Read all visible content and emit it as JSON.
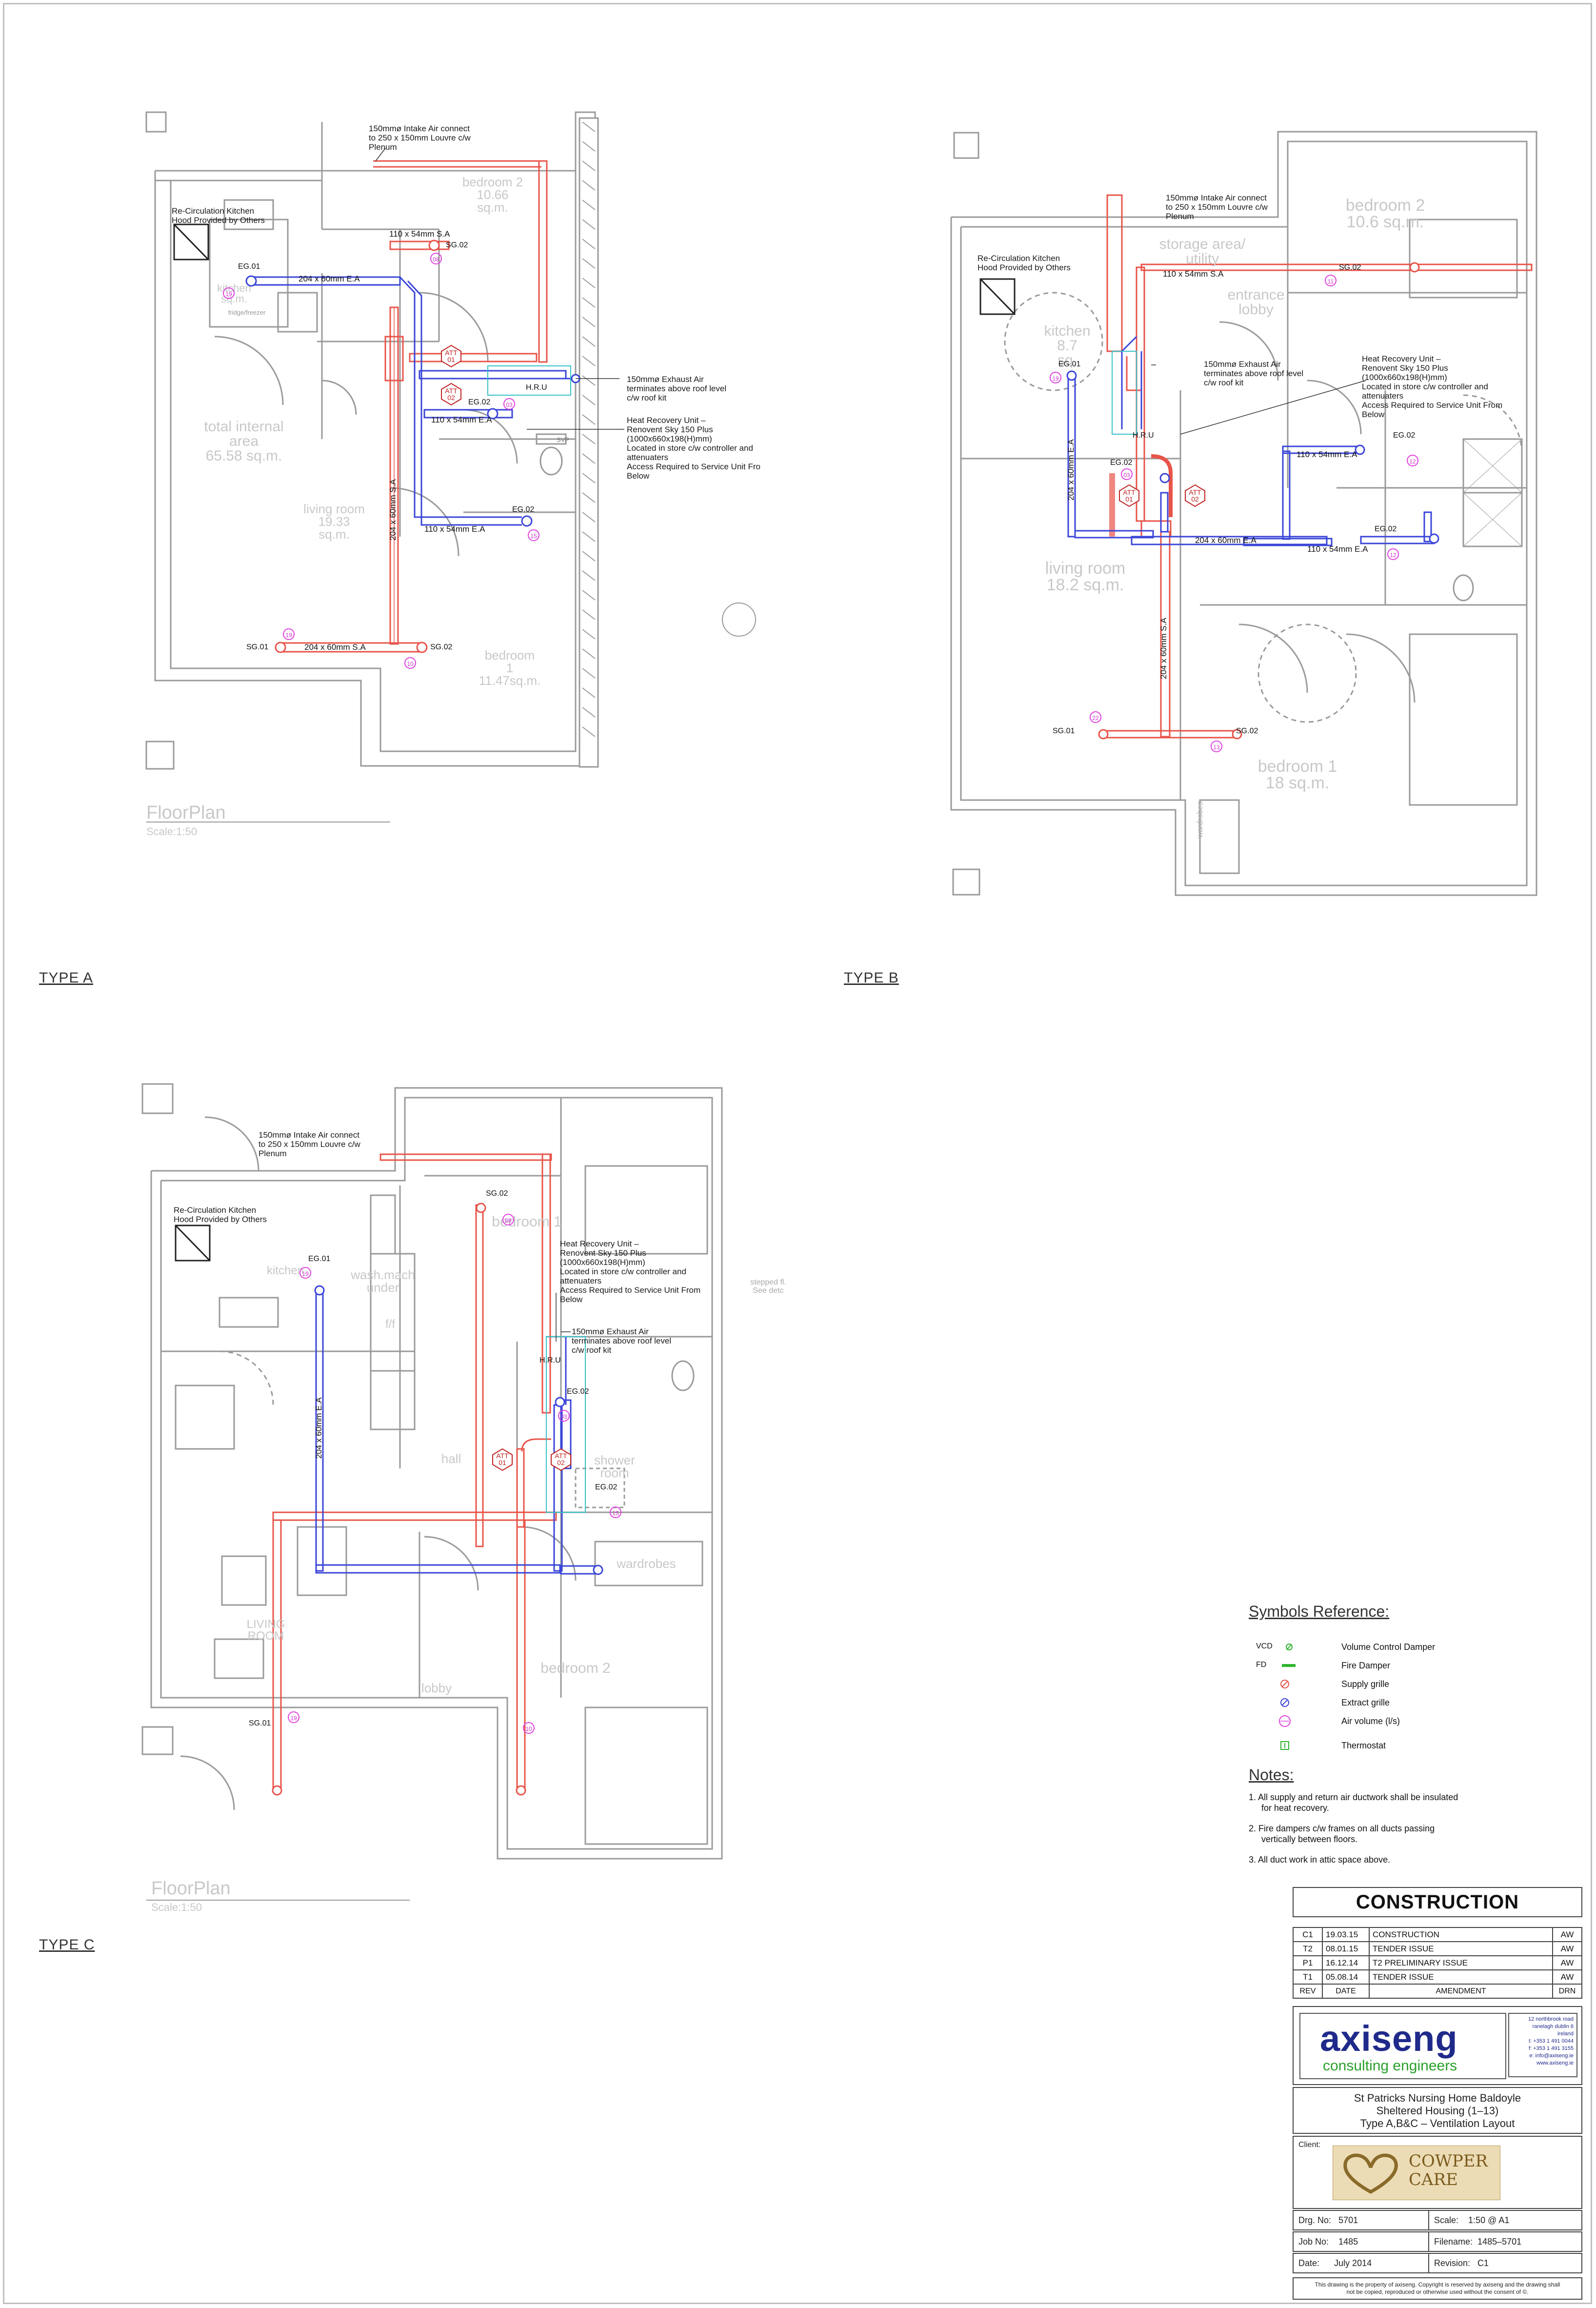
{
  "types": {
    "a": "TYPE  A",
    "b": "TYPE  B",
    "c": "TYPE  C"
  },
  "floorplan": {
    "title": "FloorPlan",
    "scale": "Scale:1:50"
  },
  "type_a": {
    "intake_note": "150mmø Intake Air connect\nto 250 x 150mm Louvre c/w\nPlenum",
    "hood_note": "Re-Circulation Kitchen\nHood Provided by Others",
    "exhaust_note": "150mmø Exhaust Air\nterminates above roof level\nc/w roof kit",
    "hru_note": "Heat Recovery Unit –\nRenovent Sky 150 Plus\n(1000x660x198(H)mm)\nLocated in store c/w controller and\nattenuaters\nAccess Required to Service Unit Fro\nBelow",
    "hru_tag": "H.R.U",
    "rooms": {
      "bedroom2": "bedroom 2\n10.66\nsq.m.",
      "total": "total internal\narea\n65.58 sq.m.",
      "living": "living room\n19.33\nsq.m.",
      "bedroom1": "bedroom\n1\n11.47sq.m.",
      "kitchen": "kitchen\nsq.m.",
      "fridge": "fridge/freezer",
      "svp": "SVP"
    },
    "ducts": {
      "d1": "204 x 60mm E.A",
      "d2": "110 x 54mm S.A",
      "d3": "110 x 54mm E.A",
      "d4": "110 x 54mm E.A",
      "d5": "204 x 60mm S.A",
      "d6": "204 x 60mm S.A"
    },
    "tags": {
      "eg01": "EG.01",
      "sg02a": "SG.02",
      "eg02a": "EG.02",
      "eg02b": "EG.02",
      "sg01": "SG.01",
      "sg02b": "SG.02"
    },
    "nums": [
      "19",
      "08",
      "03",
      "15",
      "19",
      "10"
    ],
    "att1": "ATT\n01",
    "att2": "ATT\n02"
  },
  "type_b": {
    "intake_note": "150mmø Intake Air connect\nto 250 x 150mm Louvre c/w\nPlenum",
    "hood_note": "Re-Circulation Kitchen\nHood Provided by Others",
    "exhaust_note": "150mmø Exhaust Air\nterminates above roof level\nc/w roof kit",
    "hru_note": "Heat Recovery Unit –\nRenovent Sky 150 Plus\n(1000x660x198(H)mm)\nLocated in store c/w controller and\nattenuaters\nAccess Required to Service Unit From\nBelow",
    "hru_tag": "H.R.U",
    "rooms": {
      "bedroom2": "bedroom 2\n10.6 sq.m.",
      "storage": "storage area/\nutility",
      "entrance": "entrance\nlobby",
      "kitchen": "kitchen\n8.7\nsq.",
      "living": "living room\n18.2  sq.m.",
      "bedroom1": "bedroom 1\n18 sq.m.",
      "wardrobes": "wardrobes"
    },
    "ducts": {
      "d1": "110 x 54mm S.A",
      "d2": "204 x 60mm E.A",
      "d3": "110 x 54mm E.A",
      "d4": "204 x 60mm E.A",
      "d5": "110 x 54mm E.A",
      "d6": "204 x 60mm S.A"
    },
    "tags": {
      "sg02a": "SG.02",
      "eg01": "EG.01",
      "eg02a": "EG.02",
      "eg02b": "EG.02",
      "eg02c": "EG.02",
      "sg01": "SG.01",
      "sg02b": "SG.02"
    },
    "nums": [
      "11",
      "19",
      "12",
      "03",
      "12",
      "22",
      "13"
    ],
    "att1": "ATT\n01",
    "att2": "ATT\n02"
  },
  "type_c": {
    "intake_note": "150mmø Intake Air connect\nto 250 x 150mm Louvre c/w\nPlenum",
    "hood_note": "Re-Circulation Kitchen\nHood Provided by Others",
    "exhaust_note": "150mmø Exhaust Air\nterminates above roof level\nc/w roof kit",
    "hru_note": "Heat Recovery Unit –\nRenovent Sky 150 Plus\n(1000x660x198(H)mm)\nLocated in store c/w controller and\nattenuaters\nAccess Required to Service Unit From\nBelow",
    "hru_tag": "H.R.U",
    "rooms": {
      "bedroom1": "bedroom 1",
      "kitchen": "kitchen",
      "wash": "wash.mach\nunder",
      "ff": "f/f",
      "hall": "hall",
      "shower": "shower\nroom",
      "wardrobes": "wardrobes",
      "living": "LIVING\nROOM",
      "bedroom2": "bedroom 2",
      "lobby": "lobby",
      "stepped": "stepped fl.\nSee detc"
    },
    "ducts": {
      "d1": "204 x 60mm E.A"
    },
    "tags": {
      "sg02": "SG.02",
      "eg01": "EG.01",
      "eg02a": "EG.02",
      "eg02b": "EG.02",
      "sg01": "SG.01"
    },
    "nums": [
      "08",
      "19",
      "03",
      "15",
      "19",
      "10"
    ],
    "att1": "ATT\n01",
    "att2": "ATT\n02"
  },
  "symbols": {
    "title": "Symbols Reference:",
    "items": [
      {
        "abbr": "VCD",
        "label": "Volume Control Damper"
      },
      {
        "abbr": "FD",
        "label": "Fire Damper"
      },
      {
        "abbr": "",
        "label": "Supply grille"
      },
      {
        "abbr": "",
        "label": "Extract grille"
      },
      {
        "abbr": "",
        "label": "Air volume (l/s)"
      },
      {
        "abbr": "",
        "label": "Thermostat"
      }
    ]
  },
  "notes": {
    "title": "Notes:",
    "items": [
      "1. All supply and return air ductwork shall be insulated\n    for heat recovery.",
      "2. Fire dampers c/w frames on all ducts passing\n    vertically between floors.",
      "3. All duct work in attic space above."
    ]
  },
  "titleblock": {
    "status": "CONSTRUCTION",
    "revisions": [
      {
        "rev": "C1",
        "date": "19.03.15",
        "amendment": "CONSTRUCTION",
        "drn": "AW"
      },
      {
        "rev": "T2",
        "date": "08.01.15",
        "amendment": "TENDER ISSUE",
        "drn": "AW"
      },
      {
        "rev": "P1",
        "date": "16.12.14",
        "amendment": "T2 PRELIMINARY ISSUE",
        "drn": "AW"
      },
      {
        "rev": "T1",
        "date": "05.08.14",
        "amendment": "TENDER ISSUE",
        "drn": "AW"
      }
    ],
    "rev_headers": {
      "rev": "REV",
      "date": "DATE",
      "amendment": "AMENDMENT",
      "drn": "DRN"
    },
    "company": "axiseng",
    "company_sub": "consulting engineers",
    "address": "12 northbrook road\nranelagh dublin 6\nireland\nt: +353 1 491 0044\nf: +353 1 491 3155\ne: info@axiseng.ie\nwww.axiseng.ie",
    "project": "St Patricks Nursing Home Baldoyle\nSheltered Housing (1–13)\nType A,B&C – Ventilation Layout",
    "client_label": "Client:",
    "client_name": "COWPER\nCARE",
    "drg_no_label": "Drg. No:",
    "drg_no": "5701",
    "scale_label": "Scale:",
    "scale": "1:50 @ A1",
    "job_no_label": "Job No:",
    "job_no": "1485",
    "filename_label": "Filename:",
    "filename": "1485–5701",
    "date_label": "Date:",
    "date": "July 2014",
    "revision_label": "Revision:",
    "revision": "C1",
    "footer": "This drawing is the property of axiseng. Copyright is reserved by axiseng and the drawing shall\nnot be copied, reproduced or otherwise used without the consent of ©."
  },
  "colors": {
    "supply": "#e8544a",
    "extract": "#3a45d8",
    "walls": "#9a9a9a",
    "ghost": "#c8c8c8",
    "accent": "#e040e0"
  }
}
